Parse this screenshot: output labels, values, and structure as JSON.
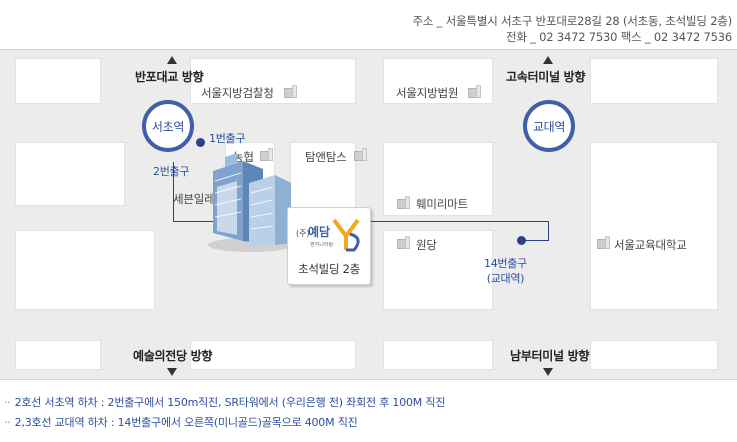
{
  "address": {
    "line1": "주소 _ 서울특별시 서초구 반포대로28길 28 (서초동, 초석빌딩 2층)",
    "line2": "전화 _ 02 3472 7530    팩스 _ 02 3472 7536"
  },
  "directions": {
    "top_left": "반포대교 방향",
    "top_right": "고속터미널 방향",
    "bottom_left": "예술의전당 방향",
    "bottom_right": "남부터미널 방향"
  },
  "stations": {
    "seocho": "서초역",
    "gyodae": "교대역"
  },
  "exits": {
    "exit1": "1번출구",
    "exit2": "2번출구",
    "exit14_line1": "14번출구",
    "exit14_line2": "(교대역)"
  },
  "landmarks": {
    "prosecutor": "서울지방검찰청",
    "court": "서울지방법원",
    "nonghyup": "농협",
    "tomtoms": "탐앤탐스",
    "seven": "세븐일레븐",
    "hemiri": "훼미리마트",
    "wondang": "원당",
    "univ": "서울교육대학교"
  },
  "office": {
    "logo_prefix": "(주)",
    "logo_name": "예담",
    "logo_sub": "엔지니어링",
    "logo_mark": "YD",
    "building": "초석빌딩 2층"
  },
  "notes": [
    "2호선 서초역 하차 : 2번출구에서 150m직진, SR타워에서 (우리은행 전) 좌회전 후 100M 직진",
    "2,3호선 교대역 하차 : 14번출구에서 오른쪽(미니골드)골목으로 400M 직진"
  ],
  "colors": {
    "route": "#2d3f86",
    "station_ring": "#3f5fa9",
    "logo_accent": "#f2a81e"
  }
}
